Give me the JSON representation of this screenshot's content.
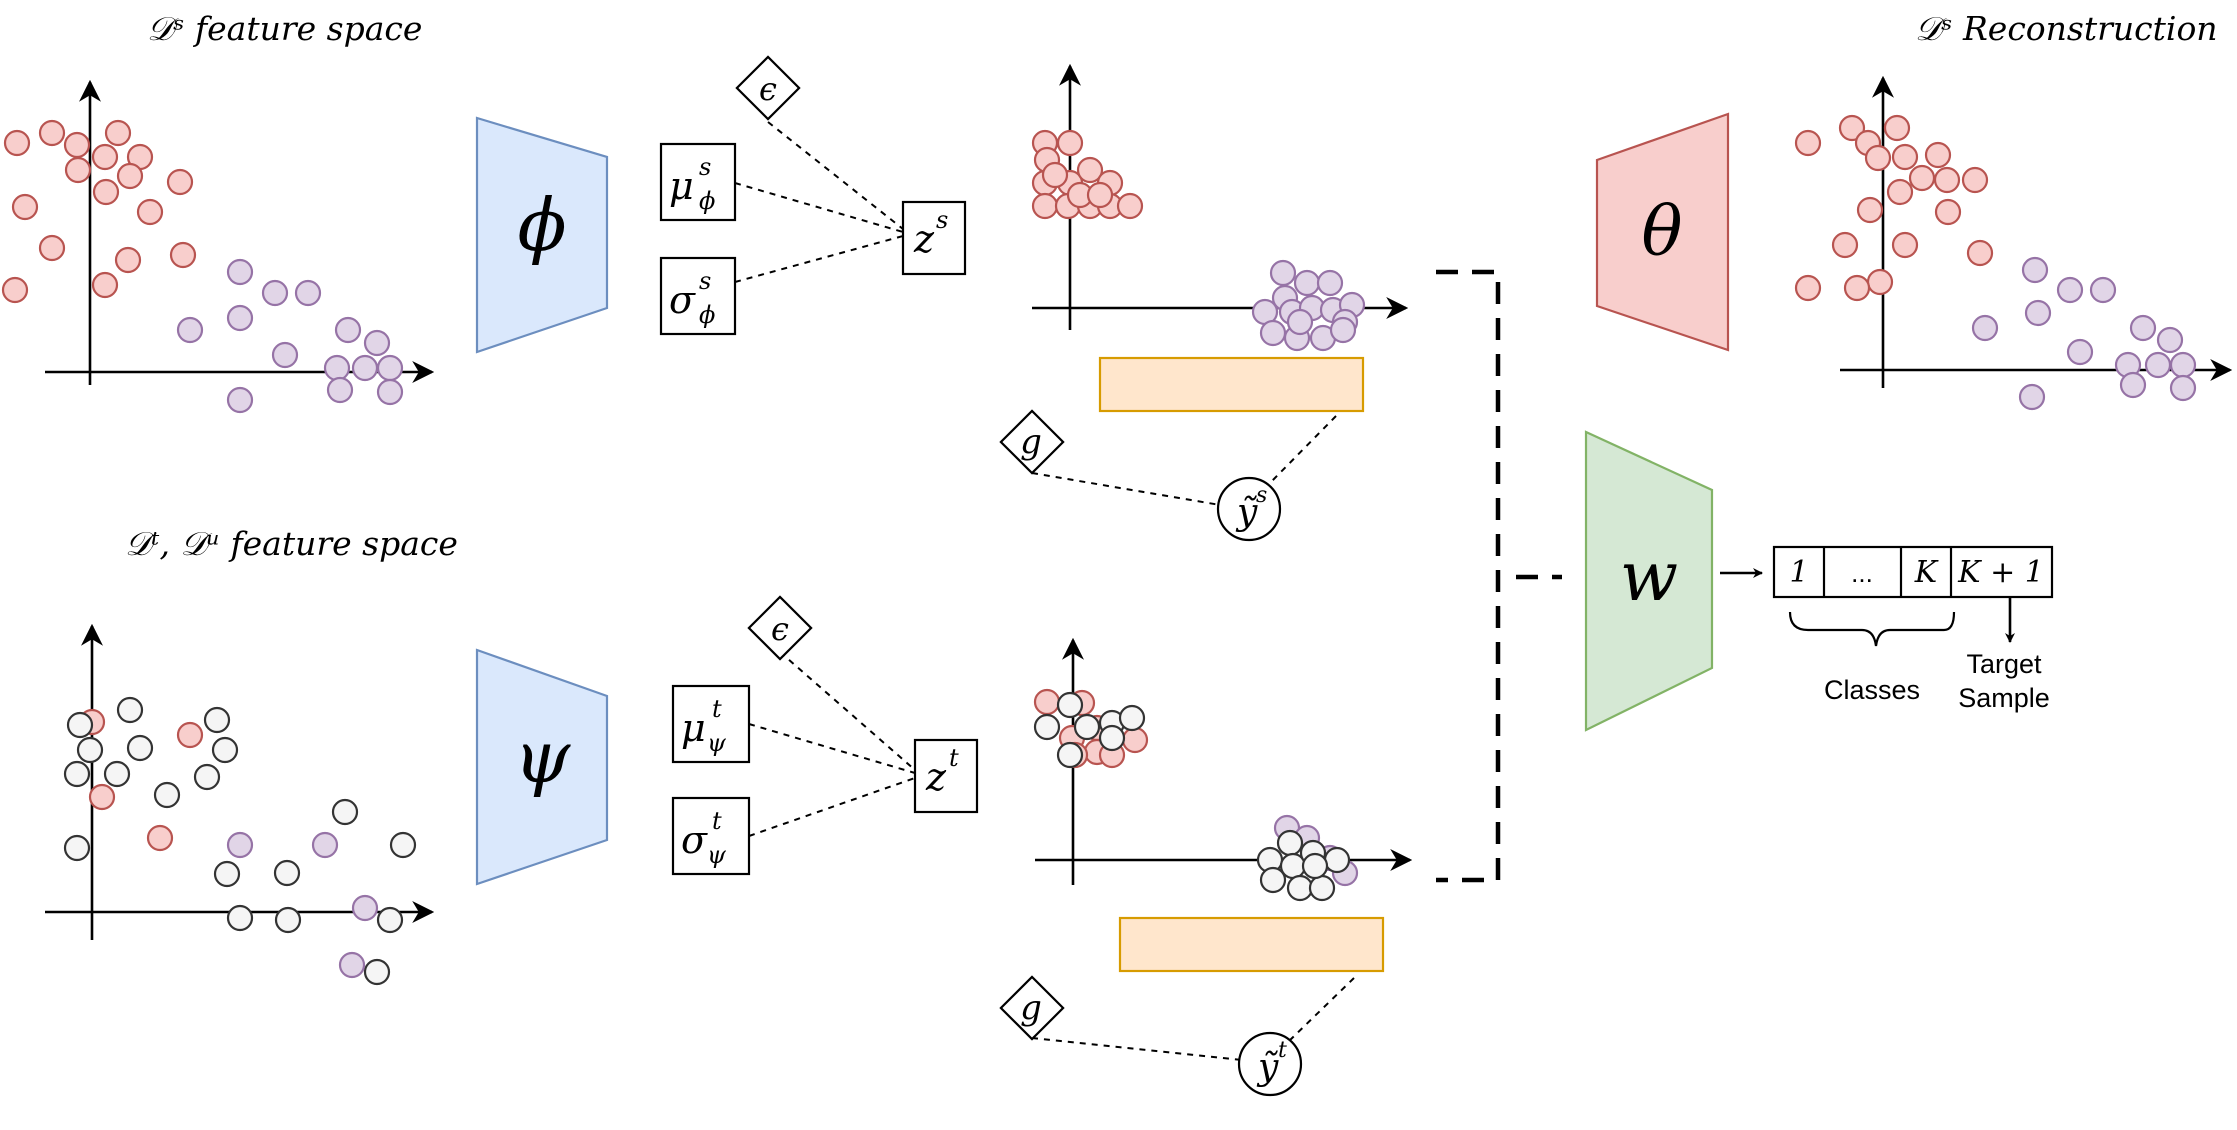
{
  "labels": {
    "source_space_title": "𝒟ˢ feature space",
    "target_space_title": "𝒟ᵗ, 𝒟ᵘ feature space",
    "reconstruction_title": "𝒟ˢ Reconstruction"
  },
  "networks": {
    "phi": "ϕ",
    "psi": "ψ",
    "theta": "θ",
    "w": "w"
  },
  "source_branch": {
    "epsilon": "ϵ",
    "mu_base": "μ",
    "mu_sup": "s",
    "mu_sub": "ϕ",
    "sigma_base": "σ",
    "sigma_sup": "s",
    "sigma_sub": "ϕ",
    "z_base": "z",
    "z_sup": "s",
    "g": "g",
    "y_base": "ỹ",
    "y_sup": "s"
  },
  "target_branch": {
    "epsilon": "ϵ",
    "mu_base": "μ",
    "mu_sup": "t",
    "mu_sub": "ψ",
    "sigma_base": "σ",
    "sigma_sup": "t",
    "sigma_sub": "ψ",
    "z_base": "z",
    "z_sup": "t",
    "g": "g",
    "y_base": "ỹ",
    "y_sup": "t"
  },
  "output_vector": {
    "cells": [
      "1",
      "...",
      "K",
      "K + 1"
    ],
    "classes_label": "Classes",
    "target_label_line1": "Target",
    "target_label_line2": "Sample"
  },
  "colors": {
    "source_point_fill": "#f8cecc",
    "source_point_stroke": "#b85450",
    "purple_point_fill": "#e1d5e7",
    "purple_point_stroke": "#9673a6",
    "unlabeled_point_fill": "#f5f5f5",
    "unlabeled_point_stroke": "#333333",
    "encoder_fill": "#dae8fc",
    "encoder_stroke": "#6c8ebf",
    "decoder_fill": "#f8cecc",
    "decoder_stroke": "#b85450",
    "classifier_fill": "#d5e8d4",
    "classifier_stroke": "#82b366",
    "bar_fill": "#ffe6cc",
    "bar_stroke": "#d79b00"
  }
}
